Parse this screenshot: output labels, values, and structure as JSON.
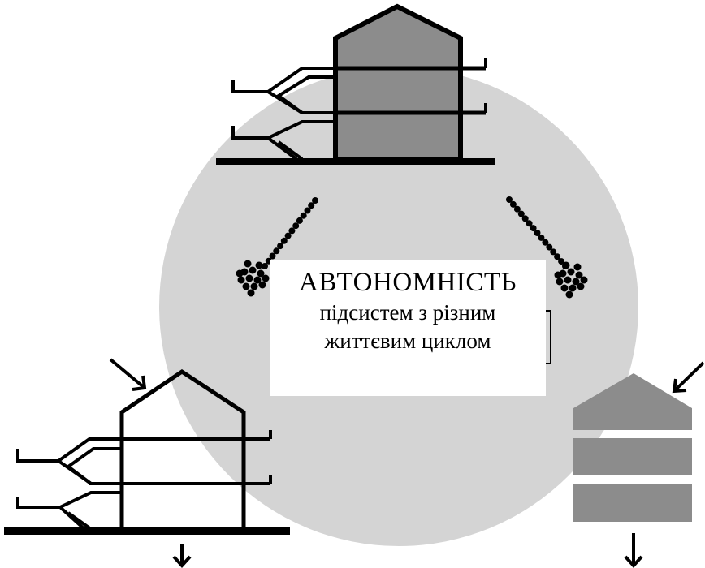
{
  "caption": {
    "title": "АВТОНОМНІСТЬ",
    "line1": "підсистем з різним",
    "line2": "життєвим циклом"
  },
  "colors": {
    "circle": "#d4d4d4",
    "house_fill": "#8c8c8c",
    "stroke": "#000000",
    "background": "#ffffff"
  }
}
